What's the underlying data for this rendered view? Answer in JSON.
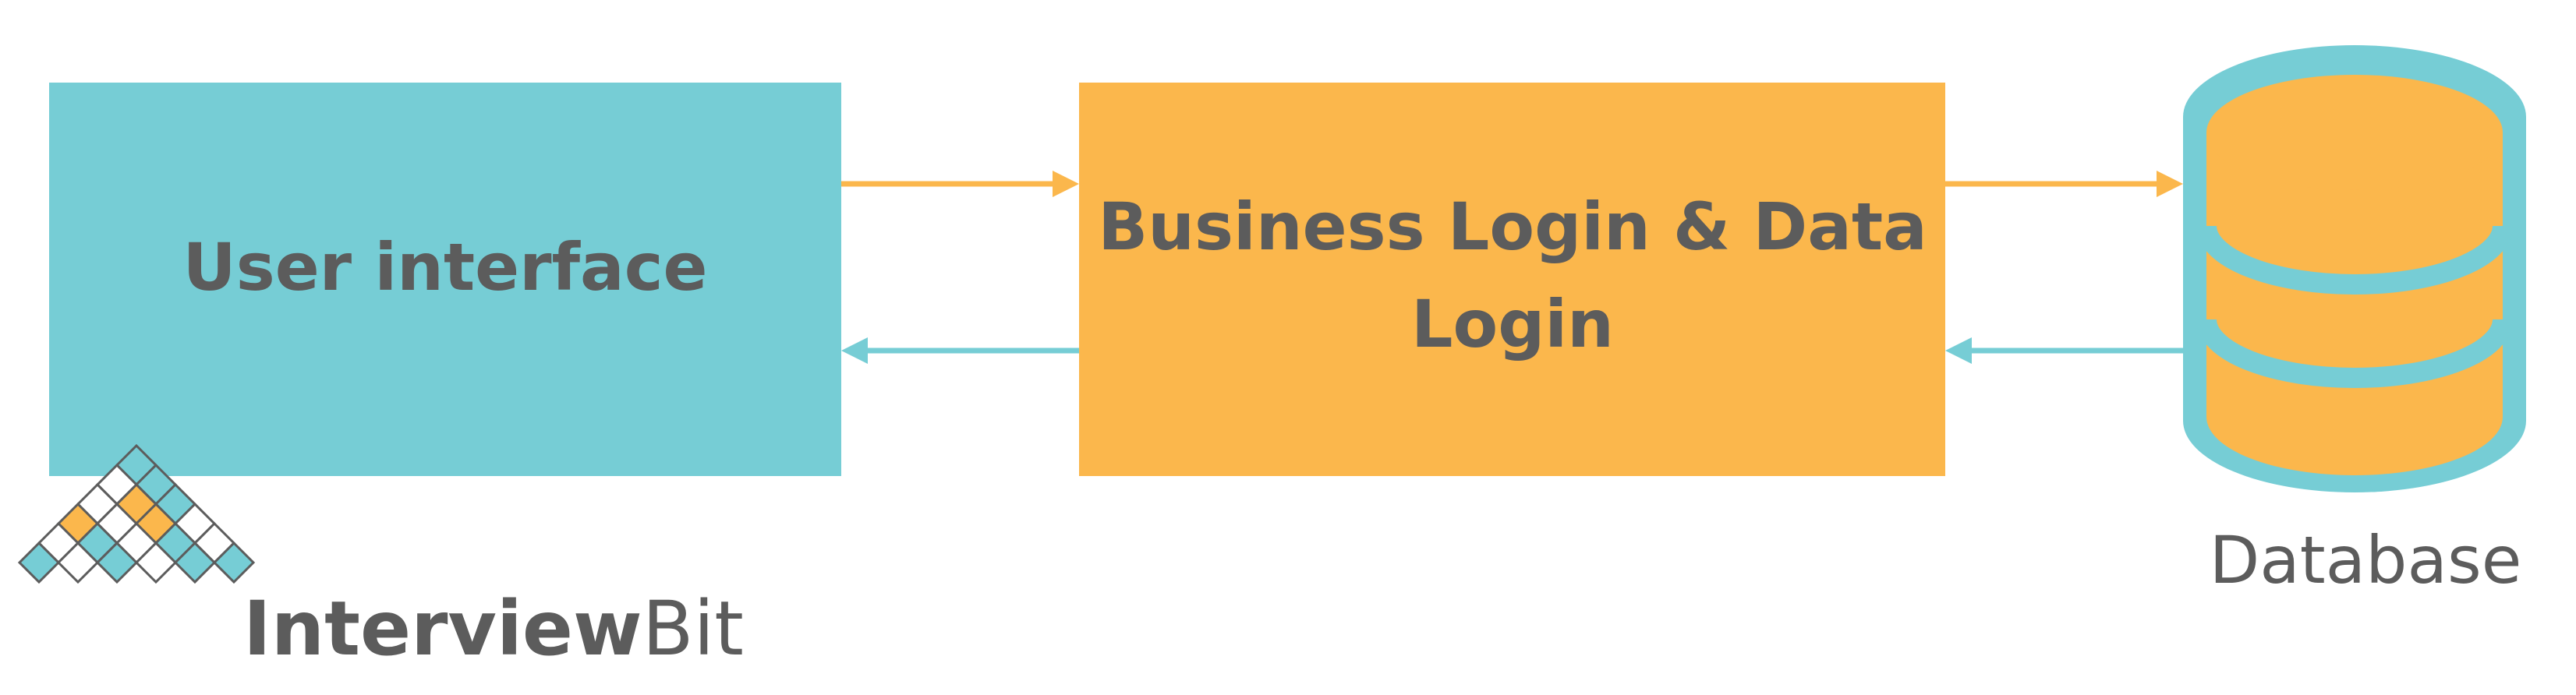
{
  "boxes": {
    "user_interface": {
      "label": "User interface"
    },
    "business_logic": {
      "label_line1": "Business Login & Data",
      "label_line2": "Login"
    }
  },
  "database": {
    "label": "Database"
  },
  "brand": {
    "name_main": "Interview",
    "name_suffix": "Bit"
  },
  "colors": {
    "teal": "#76CDD5",
    "orange": "#FBB74C",
    "text_dark": "#5C5C5C",
    "background": "#FFFFFF"
  }
}
